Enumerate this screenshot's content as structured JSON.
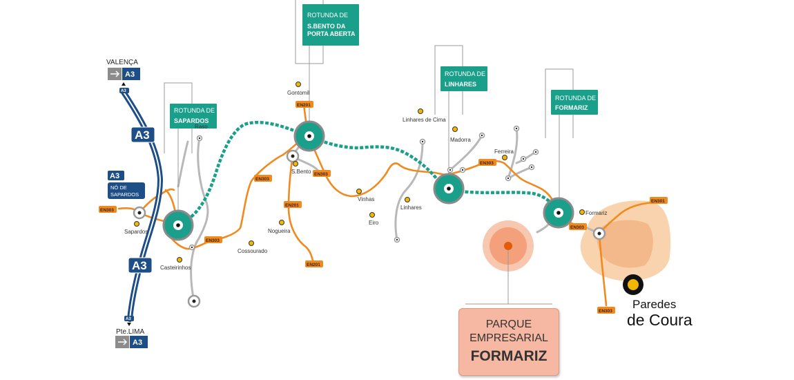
{
  "colors": {
    "teal": "#1aa08a",
    "orange": "#f08a1e",
    "road_gray": "#b8b8b8",
    "motorway_blue": "#1d4e86",
    "village_dot": "#f2b705",
    "parque_fill": "#f6b8a2",
    "paredes_fill": "#f6c9a0"
  },
  "signs": {
    "sapardos": {
      "line1": "ROTUNDA DE",
      "line2": "SAPARDOS"
    },
    "sbento": {
      "line1": "ROTUNDA DE",
      "line2": "S.BENTO DA",
      "line3": "PORTA ABERTA"
    },
    "linhares": {
      "line1": "ROTUNDA DE",
      "line2": "LINHARES"
    },
    "formariz": {
      "line1": "ROTUNDA DE",
      "line2": "FORMARIZ"
    }
  },
  "motorway": {
    "north_destination": "VALENÇA",
    "south_destination": "Pte.LIMA",
    "code": "A3",
    "junction_line1": "NÓ DE",
    "junction_line2": "SAPARDOS",
    "arrow_icon": "arrow-right-icon"
  },
  "road_tags": {
    "en303_a": "EN303",
    "en303_b": "EN303",
    "en303_c": "EN303",
    "en303_d": "EN303",
    "en303_e": "EN303",
    "en303_f": "EN303",
    "en303_g": "EN303",
    "en201_a": "EN201",
    "en201_b": "EN201",
    "en201_c": "EN201",
    "en301": "EN301"
  },
  "places": {
    "raso": "Raso",
    "sapardos": "Sapardos",
    "casteirinhos": "Casteirinhos",
    "gontomil": "Gontomil",
    "sbento": "S.Bento",
    "nogueira": "Nogueira",
    "cossourado": "Cossourado",
    "vinhas": "Vinhas",
    "eiro": "Eiro",
    "linhares_de_cima": "Linhares de Cima",
    "linhares": "Linhares",
    "madorra": "Madorra",
    "ferreira": "Ferreira",
    "formariz": "Formariz"
  },
  "parque": {
    "line1": "PARQUE",
    "line2": "EMPRESARIAL",
    "line3": "FORMARIZ"
  },
  "town": {
    "line1": "Paredes",
    "line2": "de Coura"
  }
}
